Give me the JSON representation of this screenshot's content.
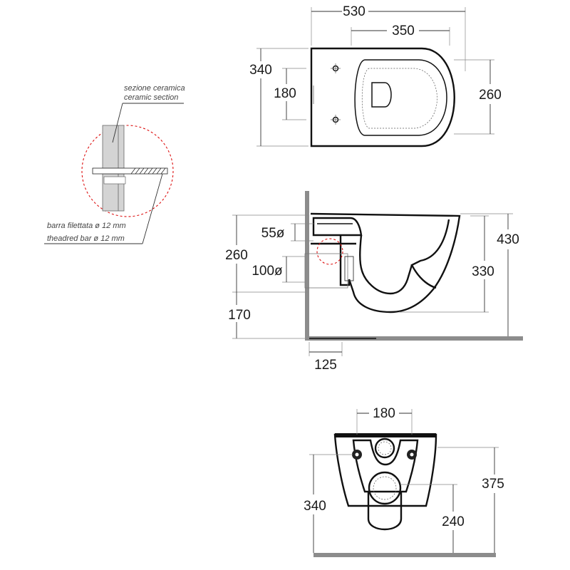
{
  "top_view": {
    "width_total": "530",
    "width_inner": "350",
    "depth_total": "340",
    "fixing_spacing": "180",
    "bowl_width": "260"
  },
  "detail": {
    "label_ceramic_it": "sezione ceramica",
    "label_ceramic_en": "ceramic section",
    "label_bar_it": "barra filettata ø 12 mm",
    "label_bar_en": "theadred bar ø 12 mm"
  },
  "side_view": {
    "inlet_diameter": "55ø",
    "outlet_height": "260",
    "outlet_diameter": "100ø",
    "floor_to_outlet": "170",
    "outlet_offset": "125",
    "total_height": "430",
    "bowl_height": "330"
  },
  "front_view": {
    "fixing_spacing": "180",
    "floor_to_fixing": "340",
    "total_height": "375",
    "outlet_height": "240"
  }
}
